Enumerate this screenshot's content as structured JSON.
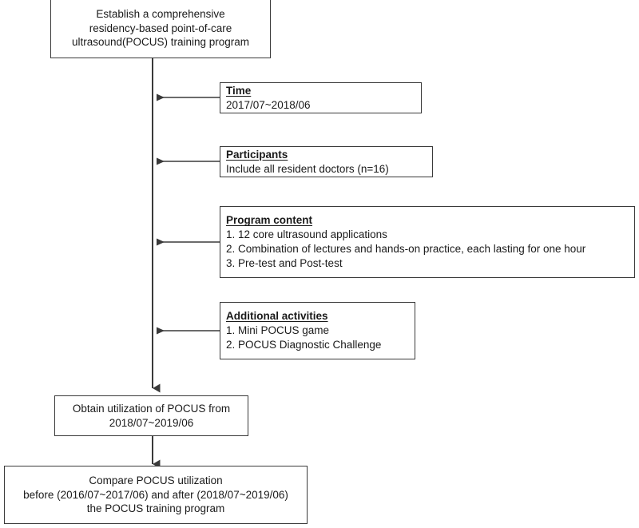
{
  "diagram": {
    "title": "POCUS residency training program study flowchart",
    "type": "flowchart",
    "stroke_color": "#3a3a3a",
    "text_color": "#1a1a1a",
    "background_color": "#ffffff"
  },
  "nodes": {
    "root": {
      "lines": [
        "Establish a comprehensive",
        "residency-based point-of-care",
        "ultrasound(POCUS) training program"
      ]
    },
    "time": {
      "header": "Time",
      "lines": [
        "2017/07~2018/06"
      ]
    },
    "participants": {
      "header": "Participants",
      "lines": [
        "Include all resident doctors (n=16)"
      ]
    },
    "program_content": {
      "header": "Program content",
      "lines": [
        "1. 12 core ultrasound applications",
        "2. Combination of lectures and hands-on practice, each lasting for one hour",
        "3. Pre-test and Post-test"
      ]
    },
    "additional_activities": {
      "header": "Additional activities",
      "lines": [
        "1. Mini POCUS game",
        "2. POCUS Diagnostic Challenge"
      ]
    },
    "obtain_utilization": {
      "lines": [
        "Obtain utilization of POCUS from",
        "2018/07~2019/06"
      ]
    },
    "compare": {
      "lines": [
        "Compare POCUS utilization",
        "before (2016/07~2017/06) and after (2018/07~2019/06)",
        "the POCUS training program"
      ]
    }
  },
  "connectors": [
    {
      "name": "trunk-main",
      "from": "root",
      "to": "obtain_utilization",
      "direction": "down",
      "arrowhead": true
    },
    {
      "name": "branch-time",
      "from": "time",
      "to": "trunk-main",
      "direction": "left",
      "arrowhead": true
    },
    {
      "name": "branch-participants",
      "from": "participants",
      "to": "trunk-main",
      "direction": "left",
      "arrowhead": true
    },
    {
      "name": "branch-program-content",
      "from": "program_content",
      "to": "trunk-main",
      "direction": "left",
      "arrowhead": true
    },
    {
      "name": "branch-additional-activities",
      "from": "additional_activities",
      "to": "trunk-main",
      "direction": "left",
      "arrowhead": true
    },
    {
      "name": "trunk-lower",
      "from": "obtain_utilization",
      "to": "compare",
      "direction": "down",
      "arrowhead": true
    }
  ]
}
